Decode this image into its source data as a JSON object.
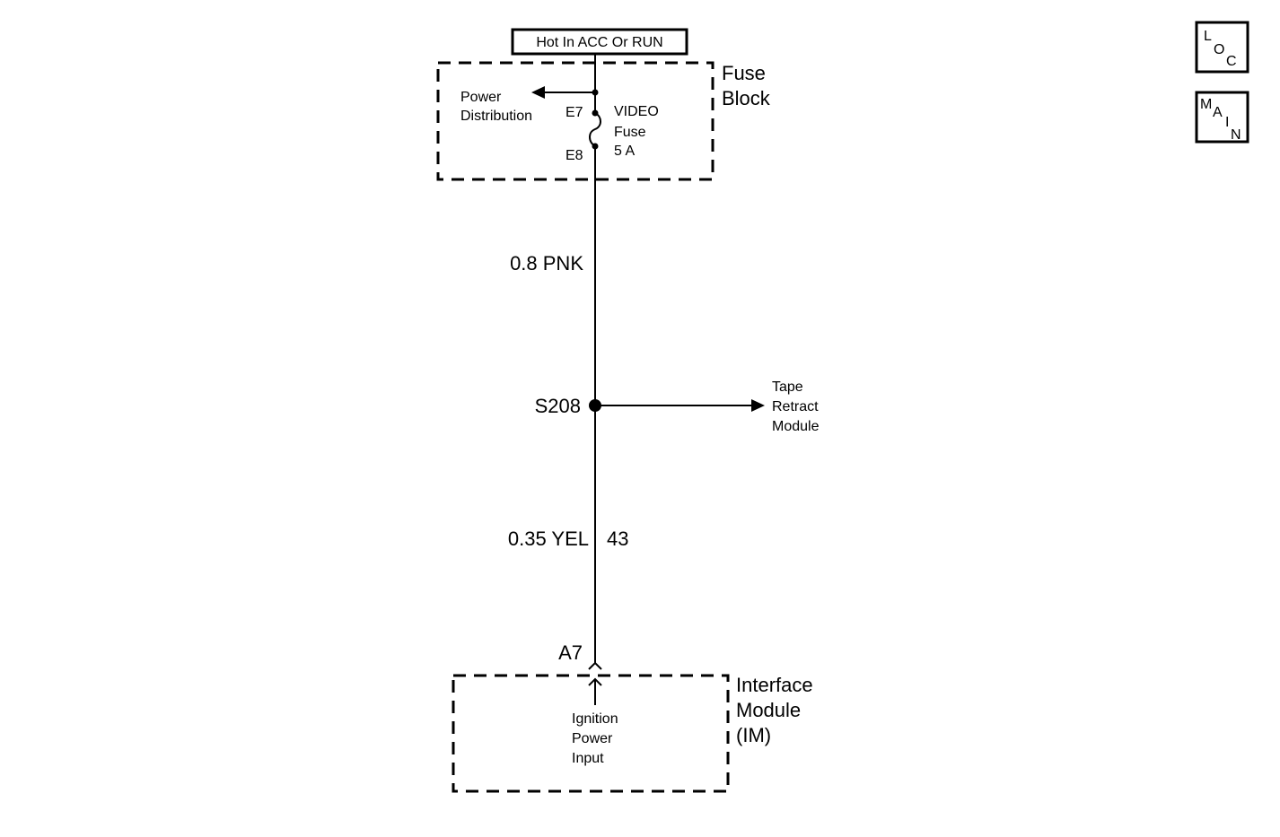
{
  "power_source": {
    "label": "Hot In ACC Or RUN"
  },
  "fuse_block": {
    "title_line1": "Fuse",
    "title_line2": "Block",
    "branch_label_line1": "Power",
    "branch_label_line2": "Distribution",
    "terminal_top": "E7",
    "terminal_bottom": "E8",
    "fuse_line1": "VIDEO",
    "fuse_line2": "Fuse",
    "fuse_line3": "5 A"
  },
  "wire_upper": {
    "label": "0.8 PNK"
  },
  "splice": {
    "label": "S208",
    "branch_line1": "Tape",
    "branch_line2": "Retract",
    "branch_line3": "Module"
  },
  "wire_lower": {
    "label": "0.35 YEL",
    "circuit": "43"
  },
  "connector": {
    "label": "A7"
  },
  "interface_module": {
    "title_line1": "Interface",
    "title_line2": "Module",
    "title_line3": "(IM)",
    "input_line1": "Ignition",
    "input_line2": "Power",
    "input_line3": "Input"
  },
  "nav": {
    "loc": {
      "l": "L",
      "o": "O",
      "c": "C"
    },
    "main": {
      "m": "M",
      "a": "A",
      "i": "I",
      "n": "N"
    }
  },
  "colors": {
    "ink": "#000000",
    "background": "#ffffff"
  }
}
